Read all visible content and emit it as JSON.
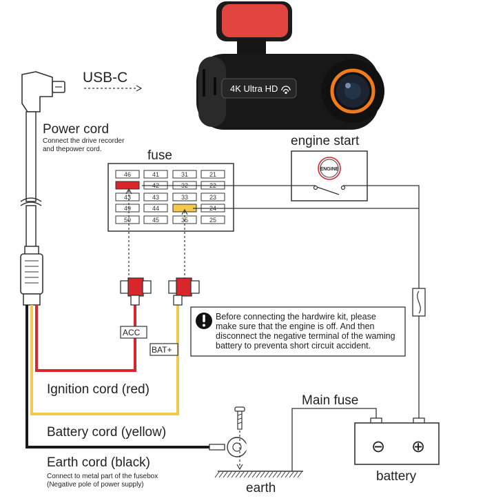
{
  "camera": {
    "badge_text": "4K Ultra HD"
  },
  "usb": {
    "label": "USB-C"
  },
  "power_cord": {
    "title": "Power cord",
    "desc_line1": "Connect the drive recorder",
    "desc_line2": "and thepower cord."
  },
  "fuse_box": {
    "title": "fuse",
    "cells": [
      [
        "46",
        "41",
        "31",
        "21"
      ],
      [
        "",
        "42",
        "32",
        "22"
      ],
      [
        "43",
        "43",
        "33",
        "23"
      ],
      [
        "49",
        "44",
        "",
        "24"
      ],
      [
        "50",
        "45",
        "35",
        "25"
      ]
    ]
  },
  "engine": {
    "title": "engine start",
    "badge": "ENGINE"
  },
  "tags": {
    "acc": "ACC",
    "bat": "BAT+"
  },
  "warning": {
    "line1": "Before connecting the hardwire kit, please",
    "line2": "make sure that the engine is off. And then",
    "line3": "disconnect the negative terminal of the waming",
    "line4": "battery to preventa short circuit accident."
  },
  "cords": {
    "ignition": "Ignition cord (red)",
    "battery": "Battery cord (yellow)",
    "earth_title": "Earth cord (black)",
    "earth_desc1": "Connect to metal part of the fusebox",
    "earth_desc2": "(Negative pole of power supply)"
  },
  "main_fuse": {
    "label": "Main fuse"
  },
  "battery": {
    "label": "battery",
    "minus": "⊖",
    "plus": "⊕"
  },
  "earth": {
    "label": "earth"
  },
  "colors": {
    "red_wire": "#d9262b",
    "yellow_wire": "#f2c94c",
    "black_wire": "#1a1a1a",
    "lens_orange": "#f07b1d",
    "mount_red": "#e2453f"
  }
}
